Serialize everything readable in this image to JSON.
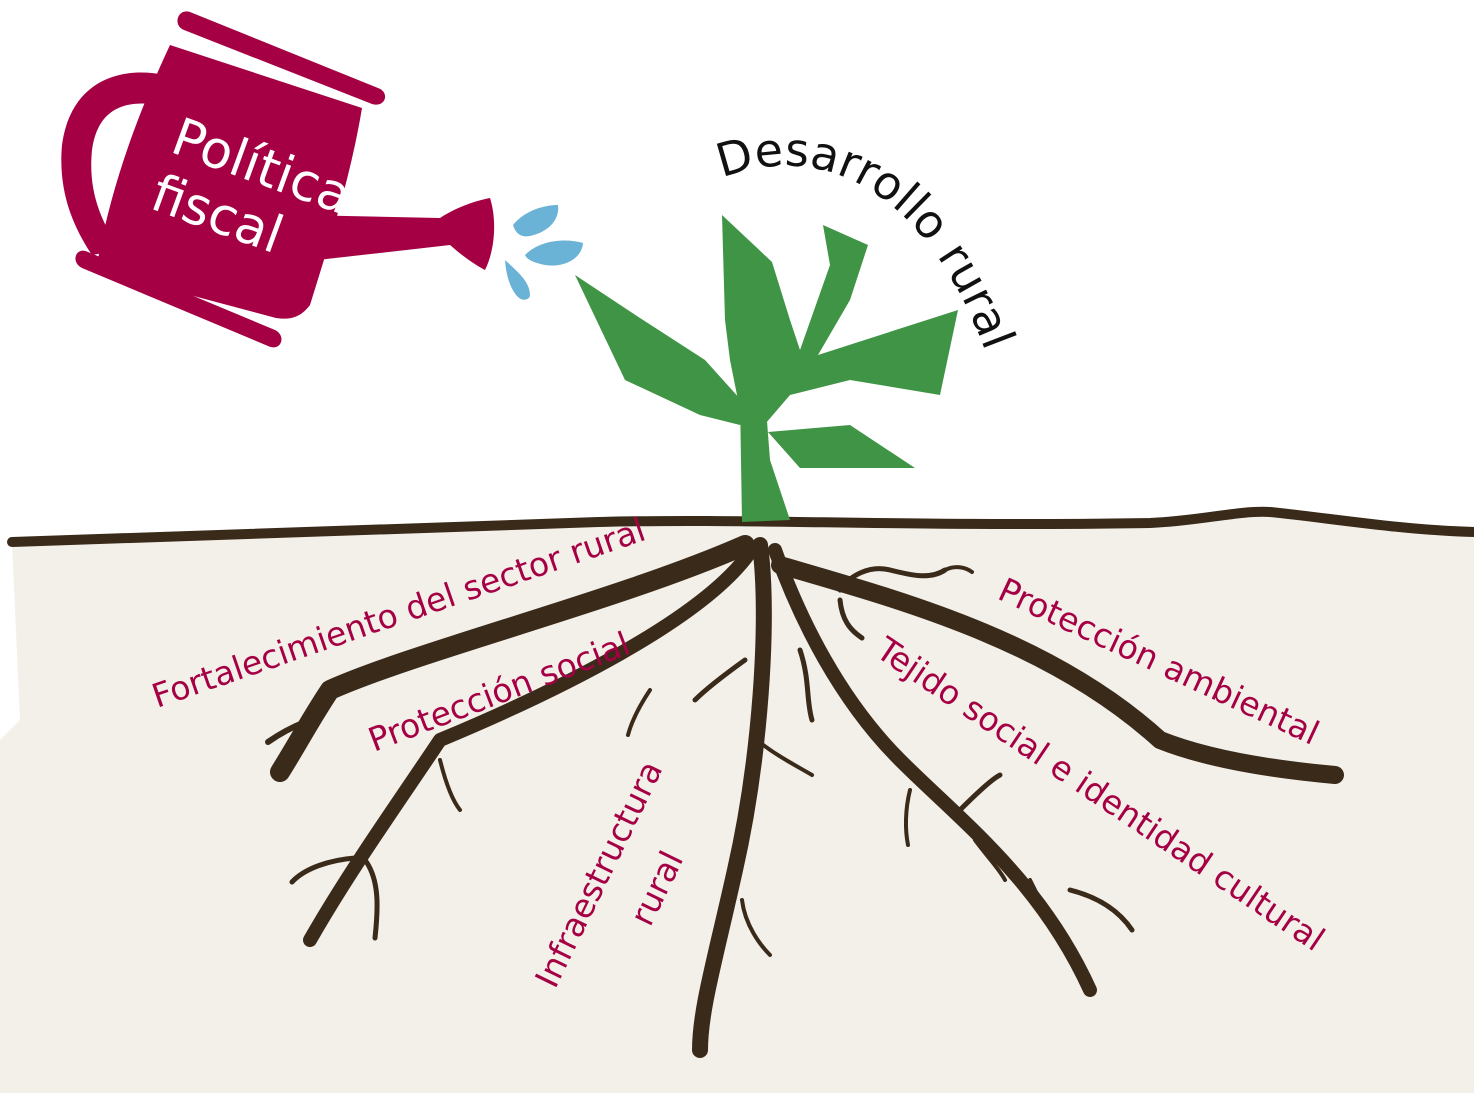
{
  "watering_can": {
    "label_line1": "Política",
    "label_line2": "fiscal"
  },
  "plant": {
    "label": "Desarrollo rural"
  },
  "roots": {
    "fortalecimiento": "Fortalecimiento del sector rural",
    "proteccion_social": "Protección social",
    "infraestructura_line1": "Infraestructura",
    "infraestructura_line2": "rural",
    "proteccion_ambiental": "Protección ambiental",
    "tejido_social": "Tejido social e identidad cultural"
  },
  "colors": {
    "can": "#a50044",
    "water": "#6ab3d6",
    "plant": "#3f9545",
    "soil": "#f3efe9",
    "root": "#3a2a1a",
    "label": "#a50044"
  }
}
